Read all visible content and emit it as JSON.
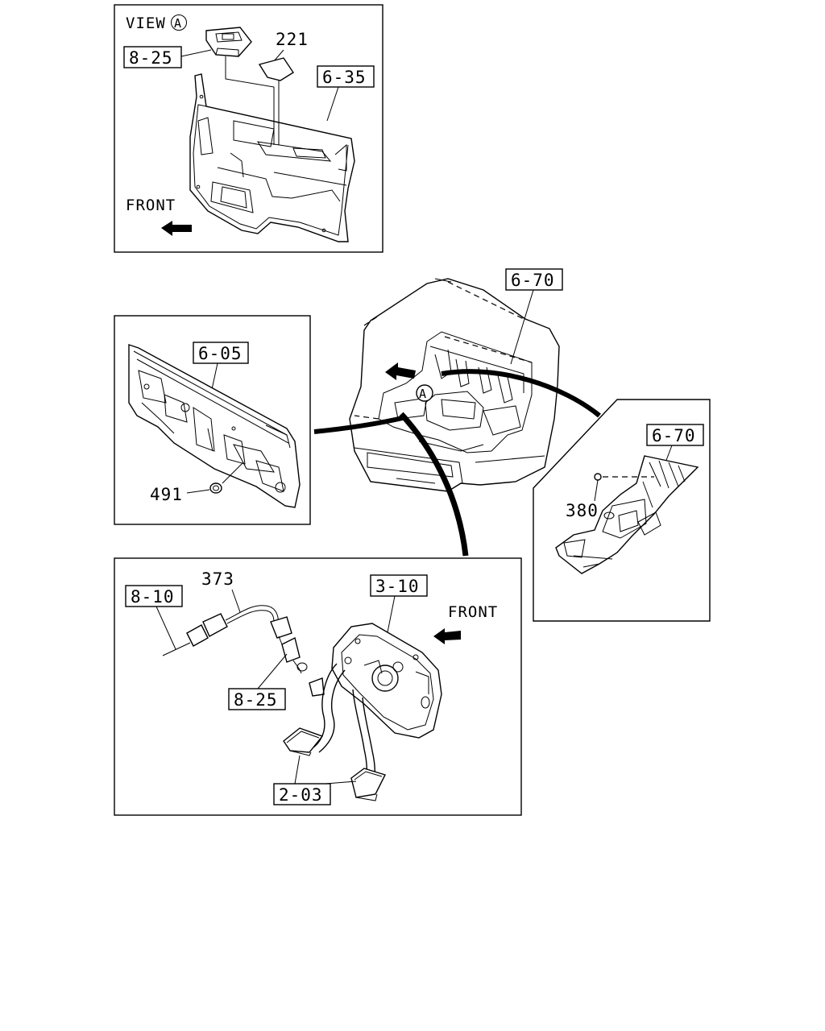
{
  "view_panel": {
    "title": "VIEW",
    "title_marker": "A",
    "callouts": {
      "part_8_25": "8-25",
      "part_221": "221",
      "part_6_35": "6-35"
    },
    "front_label": "FRONT"
  },
  "cab_overview": {
    "callout_6_70": "6-70",
    "view_marker": "A"
  },
  "dash_panel": {
    "callout_6_05": "6-05",
    "callout_491": "491"
  },
  "floor_panel": {
    "callout_6_70": "6-70",
    "callout_380": "380"
  },
  "pedal_panel": {
    "callout_8_10": "8-10",
    "callout_373": "373",
    "callout_3_10": "3-10",
    "front_label": "FRONT",
    "callout_8_25": "8-25",
    "callout_2_03": "2-03"
  },
  "icons": [
    "front-arrow-icon",
    "front-arrow-icon",
    "direction-arrow-icon"
  ]
}
